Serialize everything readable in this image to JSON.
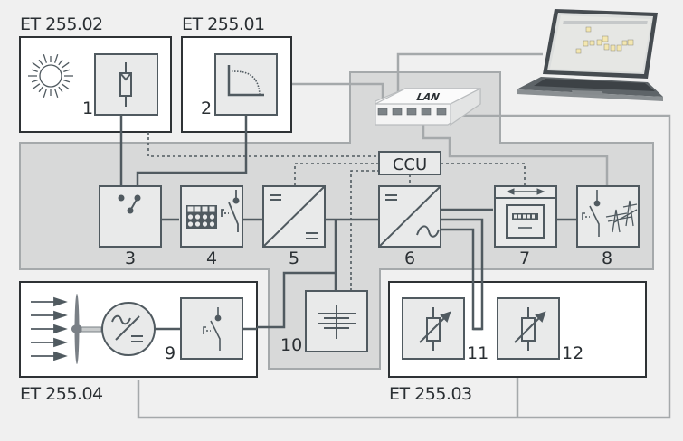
{
  "diagram": {
    "title": "Energy system network diagram",
    "colors": {
      "background": "#f0f0f0",
      "panel": "#d8d9d9",
      "module_fill": "#e9eaea",
      "line_dark": "#505a60",
      "line_light": "#a5a9ab",
      "frame_dark": "#2e3235",
      "box_white": "#ffffff"
    },
    "units": [
      {
        "id": "et25502",
        "label": "ET 255.02",
        "contents": [
          "sun-icon",
          "solar-panel-module"
        ]
      },
      {
        "id": "et25501",
        "label": "ET 255.01",
        "contents": [
          "characteristic-curve-module"
        ]
      },
      {
        "id": "et25504",
        "label": "ET 255.04",
        "contents": [
          "wind-arrows-icon",
          "rotor-icon",
          "generator-icon",
          "switch-module"
        ]
      },
      {
        "id": "et25503",
        "label": "ET 255.03",
        "contents": [
          "variable-resistor-module",
          "variable-resistor-module"
        ]
      }
    ],
    "modules": [
      {
        "num": "1",
        "name": "solar-module",
        "icon": "photovoltaic-cell"
      },
      {
        "num": "2",
        "name": "characteristic-emulator",
        "icon": "curve-plot"
      },
      {
        "num": "3",
        "name": "source-selector-switch",
        "icon": "changeover-switch"
      },
      {
        "num": "4",
        "name": "dc-fuse-disconnect",
        "icon": "terminal-block-and-switch"
      },
      {
        "num": "5",
        "name": "dc-dc-converter",
        "icon": "dc-dc"
      },
      {
        "num": "6",
        "name": "inverter",
        "icon": "dc-ac"
      },
      {
        "num": "7",
        "name": "energy-meter",
        "icon": "bidirectional-meter"
      },
      {
        "num": "8",
        "name": "grid-connection",
        "icon": "switch-and-pylon"
      },
      {
        "num": "9",
        "name": "wind-disconnect",
        "icon": "switch"
      },
      {
        "num": "10",
        "name": "battery-storage",
        "icon": "battery"
      },
      {
        "num": "11",
        "name": "load-resistor-1",
        "icon": "variable-resistor"
      },
      {
        "num": "12",
        "name": "load-resistor-2",
        "icon": "variable-resistor"
      }
    ],
    "controller": {
      "label": "CCU"
    },
    "network": {
      "switch_label": "LAN",
      "ports": 5
    },
    "laptop": {
      "name": "control-laptop",
      "screen": "software-ui"
    }
  }
}
